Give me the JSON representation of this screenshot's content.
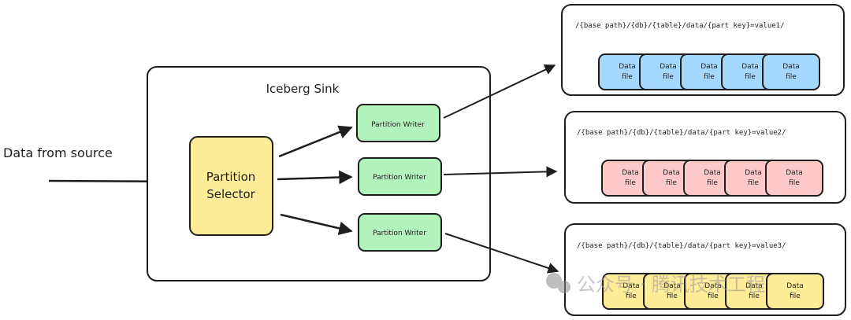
{
  "source_label": "Data from source",
  "sink_title": "Iceberg Sink",
  "selector_label_line1": "Partition",
  "selector_label_line2": "Selector",
  "writers": [
    {
      "label": "Partition Writer"
    },
    {
      "label": "Partition Writer"
    },
    {
      "label": "Partition Writer"
    }
  ],
  "partitions": [
    {
      "path": "/{base path}/{db}/{table}/data/{part key}=value1/",
      "color": "#a5d8ff"
    },
    {
      "path": "/{base path}/{db}/{table}/data/{part key}=value2/",
      "color": "#ffc9c9"
    },
    {
      "path": "/{base path}/{db}/{table}/data/{part key}=value3/",
      "color": "#ffec99"
    }
  ],
  "file_line1": "Data",
  "file_line2": "file",
  "files_per_partition": 5,
  "watermark": "公众号 · 腾讯技术工程",
  "colors": {
    "selector_fill": "#ffec99",
    "writer_fill": "#b2f2bb",
    "stroke": "#1e1e1e"
  }
}
